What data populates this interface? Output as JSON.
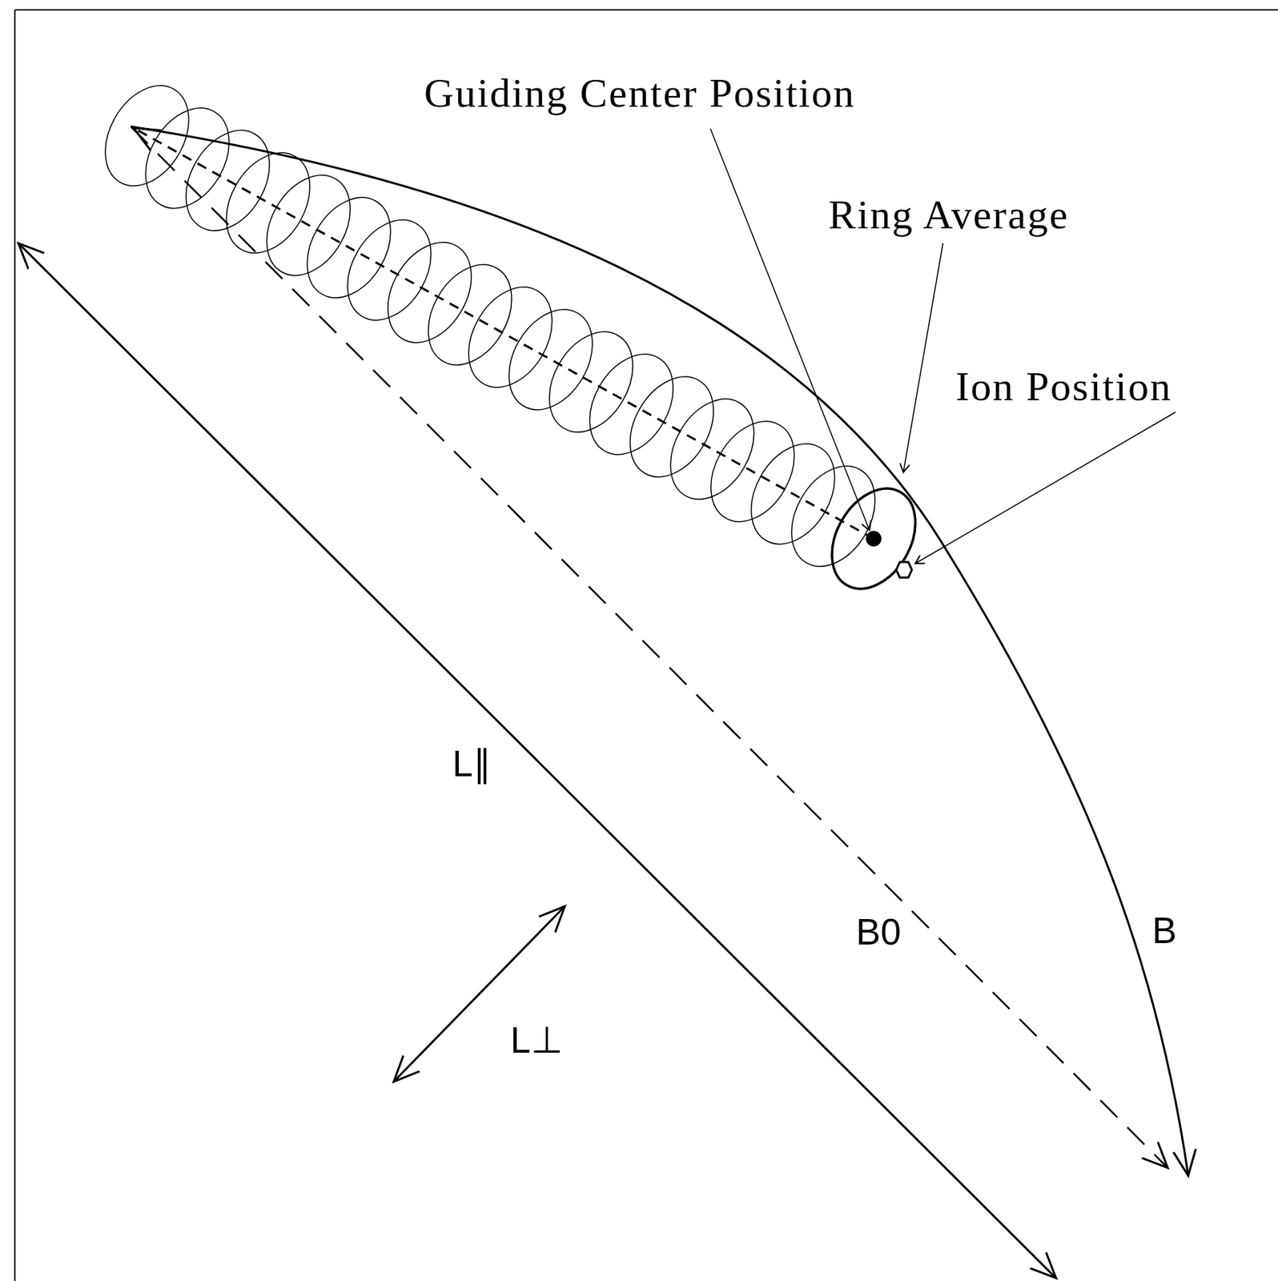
{
  "diagram": {
    "labels": [
      "Guiding Center Position",
      "Ring Average",
      "Ion Position",
      "L∥",
      "B0",
      "B",
      "L⊥"
    ]
  }
}
